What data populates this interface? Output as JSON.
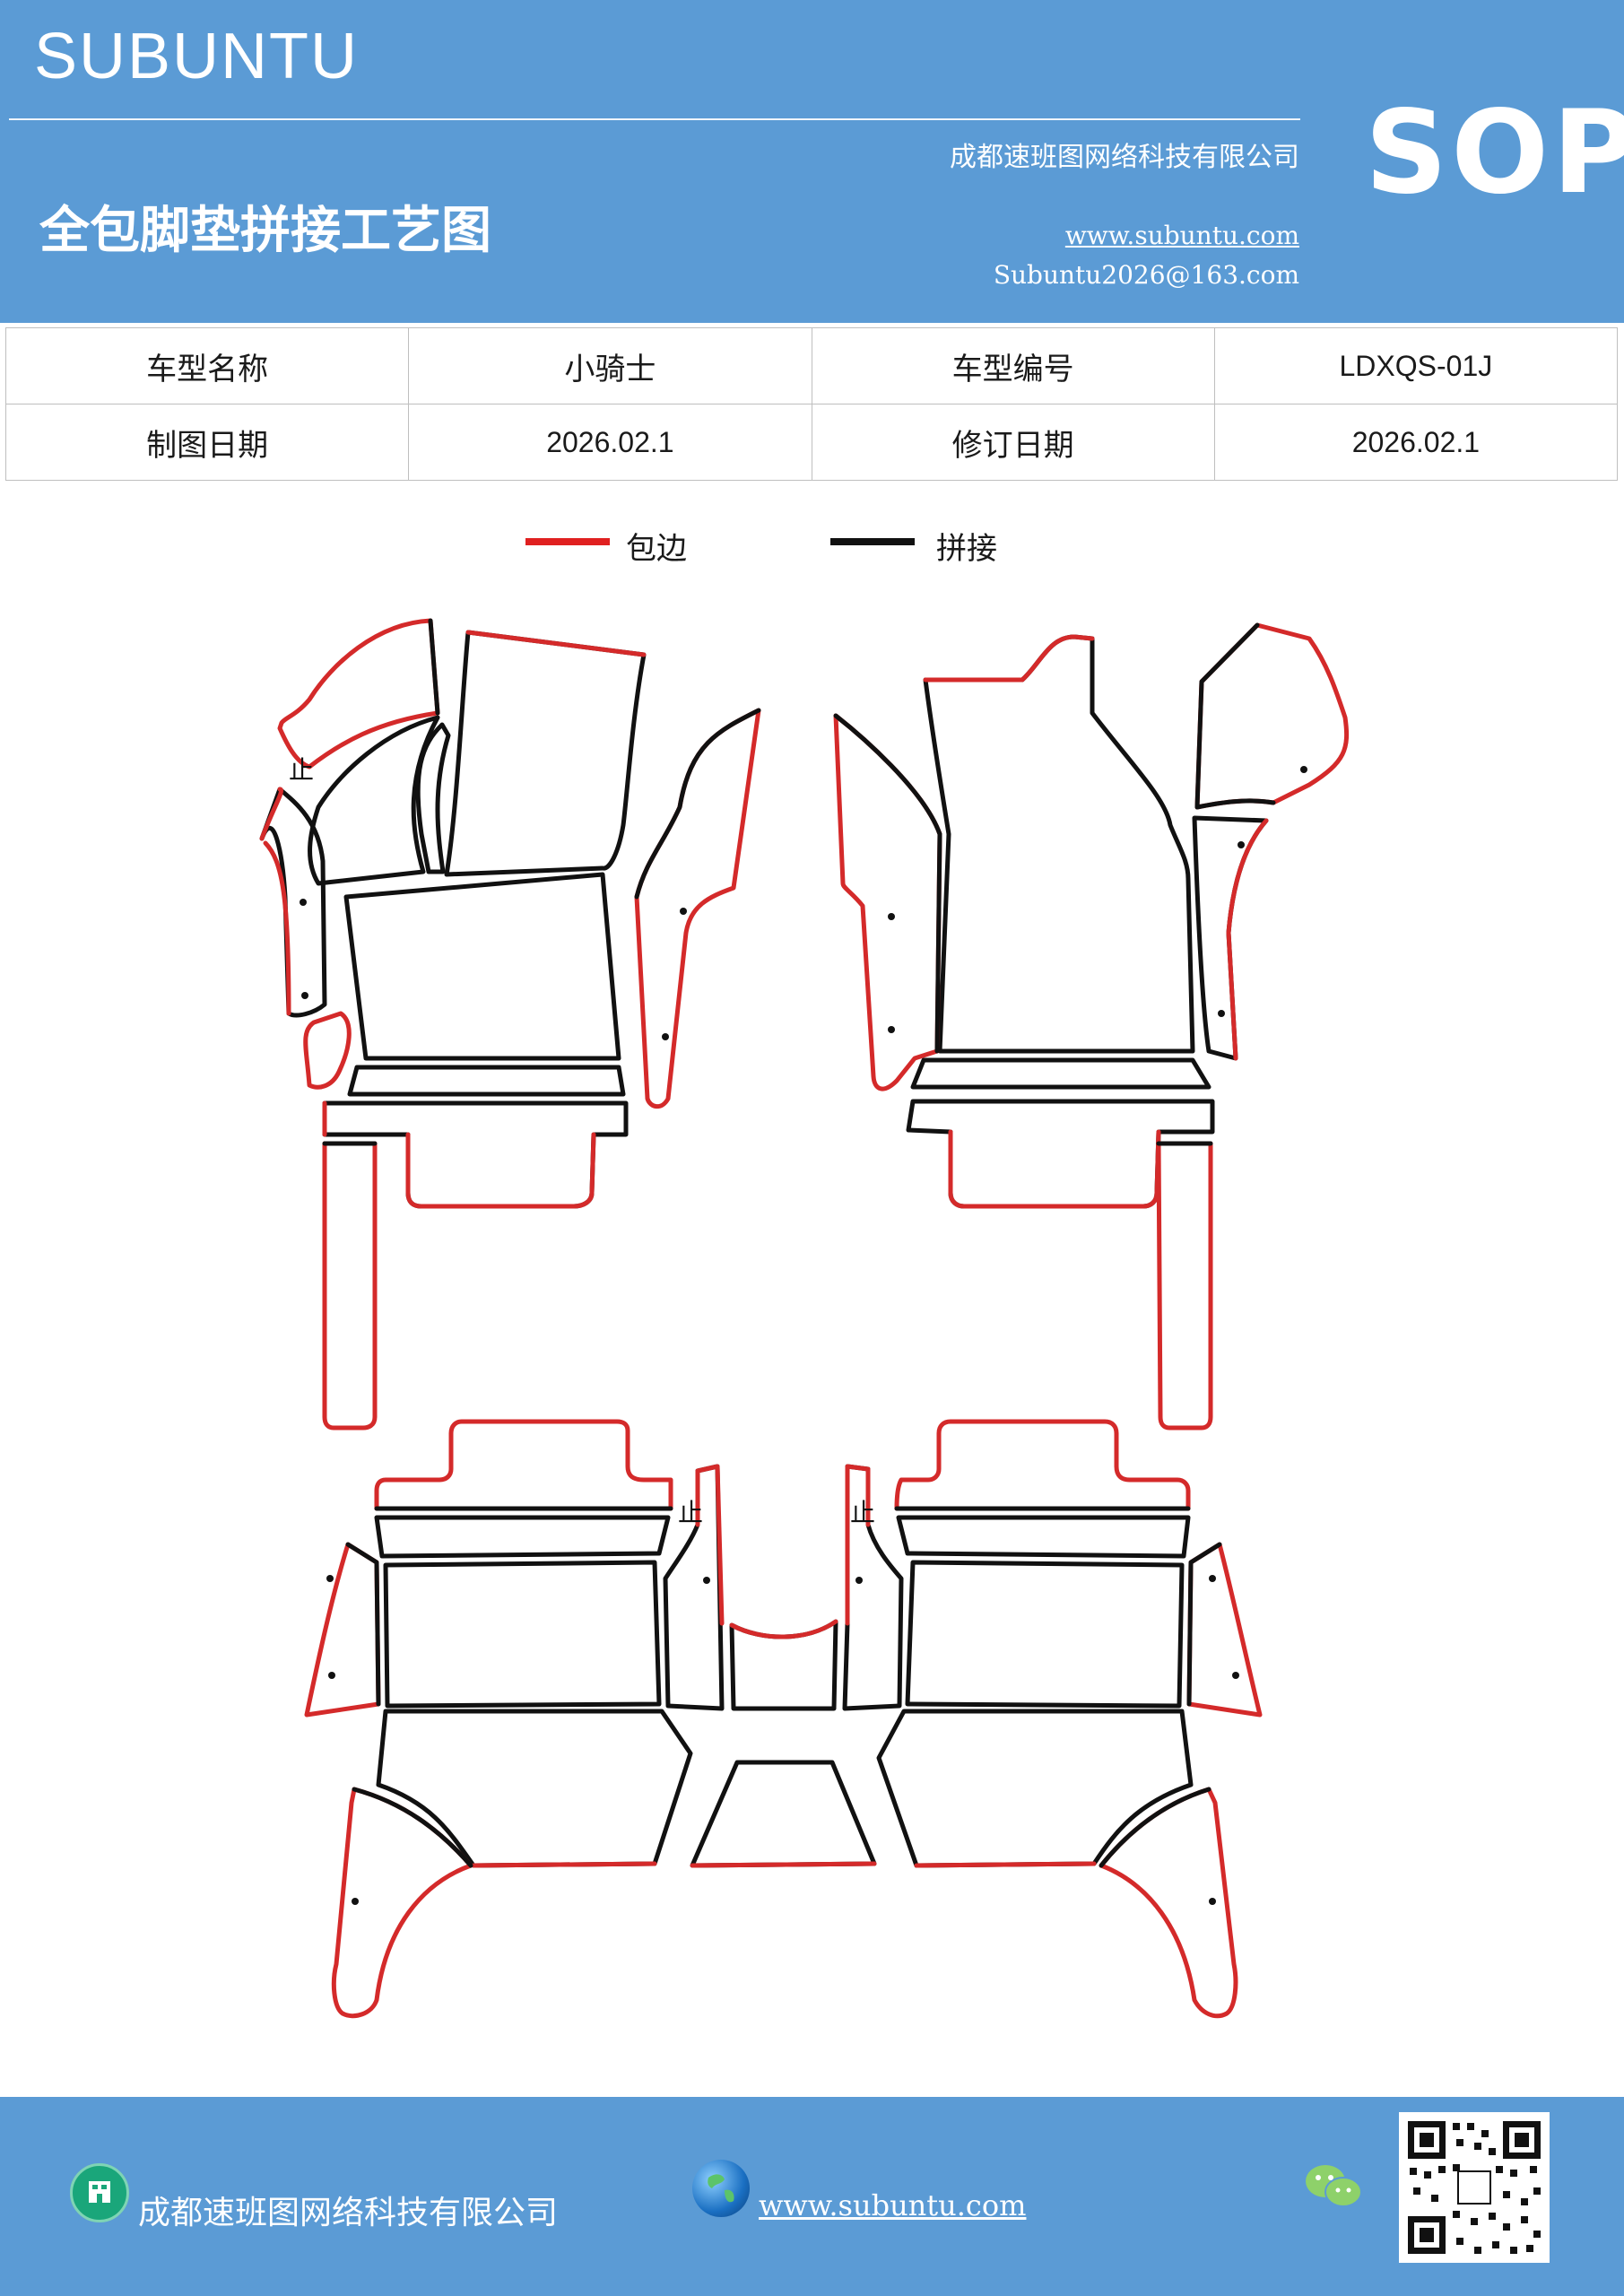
{
  "header": {
    "brand": "SUBUNTU",
    "company": "成都速班图网络科技有限公司",
    "title": "全包脚垫拼接工艺图",
    "website": "www.subuntu.com",
    "email": "Subuntu2026@163.com",
    "badge": "SOP"
  },
  "info": {
    "model_name_label": "车型名称",
    "model_name": "小骑士",
    "model_code_label": "车型编号",
    "model_code": "LDXQS-01J",
    "draw_date_label": "制图日期",
    "draw_date": "2026.02.1",
    "revise_date_label": "修订日期",
    "revise_date": "2026.02.1"
  },
  "legend": {
    "edge_label": "包边",
    "edge_color": "#e02020",
    "seam_label": "拼接",
    "seam_color": "#111111"
  },
  "diagram": {
    "stop_mark": "止"
  },
  "footer": {
    "company": "成都速班图网络科技有限公司",
    "website": "www.subuntu.com",
    "icons": [
      "building-icon",
      "globe-icon",
      "wechat-icon",
      "qr-code"
    ]
  }
}
